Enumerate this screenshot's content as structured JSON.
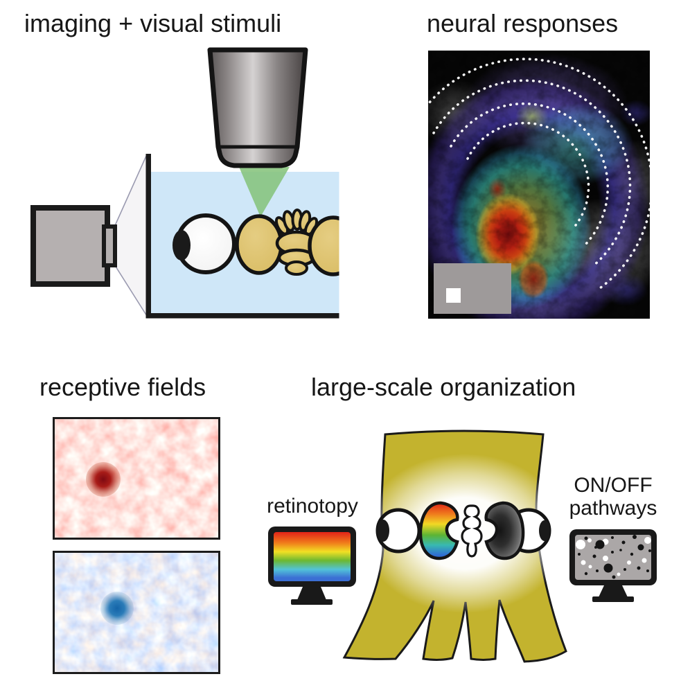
{
  "titles": {
    "imaging": "imaging + visual stimuli",
    "neural": "neural responses",
    "receptive": "receptive fields",
    "organization": "large-scale organization"
  },
  "labels": {
    "retinotopy": "retinotopy",
    "onoff_line1": "ON/OFF",
    "onoff_line2": "pathways"
  },
  "colors": {
    "tank_blue": "#cfe7f8",
    "brain_tan": "#dcc06c",
    "laser_green": "#86c47c",
    "fish_olive": "#c3b32e",
    "stimulus_gray": "#9e9a9a",
    "hot_response_red": "#b51f12",
    "cool_response_blue": "#4b3cc8",
    "rf_on_red": "#a81c18",
    "rf_off_blue": "#1464a8"
  }
}
